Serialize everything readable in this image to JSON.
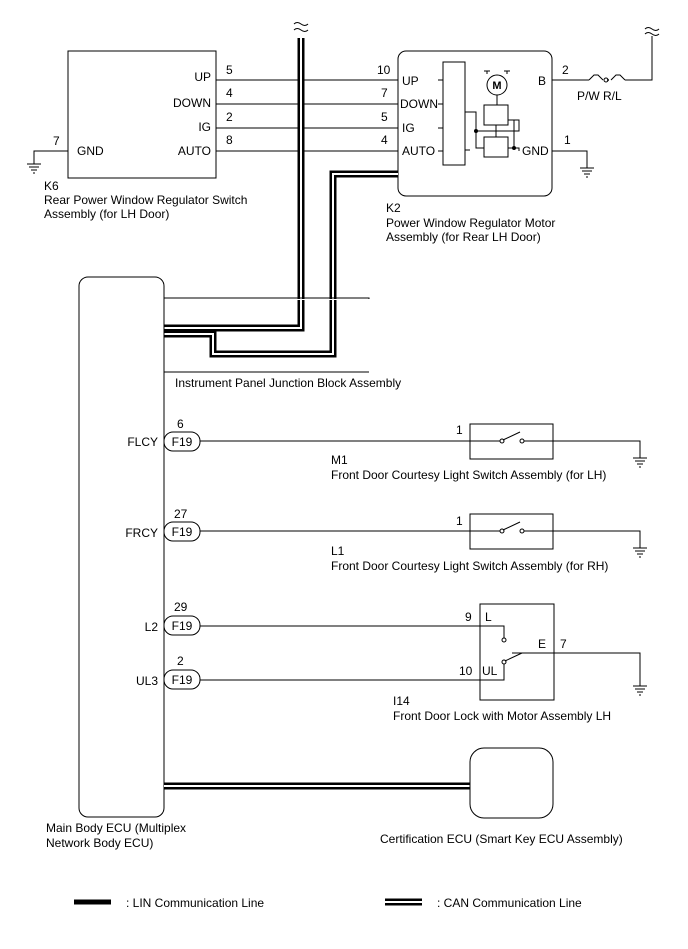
{
  "k6": {
    "pins_left": [
      {
        "name": "UP",
        "num": "5"
      },
      {
        "name": "DOWN",
        "num": "4"
      },
      {
        "name": "IG",
        "num": "2"
      },
      {
        "name": "AUTO",
        "num": "8"
      }
    ],
    "gnd_label": "GND",
    "gnd_num": "7",
    "code": "K6",
    "label_line1": "Rear Power Window Regulator Switch",
    "label_line2": "Assembly (for LH Door)"
  },
  "k2": {
    "pins_right": [
      {
        "name": "UP",
        "num": "10"
      },
      {
        "name": "DOWN",
        "num": "7"
      },
      {
        "name": "IG",
        "num": "5"
      },
      {
        "name": "AUTO",
        "num": "4"
      }
    ],
    "b_label": "B",
    "b_num": "2",
    "gnd_label": "GND",
    "gnd_num": "1",
    "motor_symbol": "M",
    "fuse_label": "P/W R/L",
    "code": "K2",
    "label_line1": "Power Window Regulator Motor",
    "label_line2": "Assembly (for Rear LH Door)"
  },
  "junction_block": {
    "label": "Instrument Panel Junction Block Assembly"
  },
  "ecu": {
    "pins": [
      {
        "name": "FLCY",
        "num": "6",
        "connector": "F19"
      },
      {
        "name": "FRCY",
        "num": "27",
        "connector": "F19"
      },
      {
        "name": "L2",
        "num": "29",
        "connector": "F19"
      },
      {
        "name": "UL3",
        "num": "2",
        "connector": "F19"
      }
    ],
    "label_line1": "Main Body ECU (Multiplex",
    "label_line2": "Network Body ECU)"
  },
  "m1": {
    "pin": "1",
    "code": "M1",
    "label": "Front Door Courtesy Light Switch Assembly (for LH)"
  },
  "l1": {
    "pin": "1",
    "code": "L1",
    "label": "Front Door Courtesy Light Switch Assembly (for RH)"
  },
  "i14": {
    "pin_l_num": "9",
    "pin_l_name": "L",
    "pin_ul_num": "10",
    "pin_ul_name": "UL",
    "pin_e_name": "E",
    "pin_e_num": "7",
    "code": "I14",
    "label": "Front Door Lock with Motor Assembly LH"
  },
  "cert_ecu": {
    "label": "Certification ECU (Smart Key ECU Assembly)"
  },
  "legend": {
    "lin_label": ": LIN Communication Line",
    "can_label": ": CAN Communication Line"
  }
}
